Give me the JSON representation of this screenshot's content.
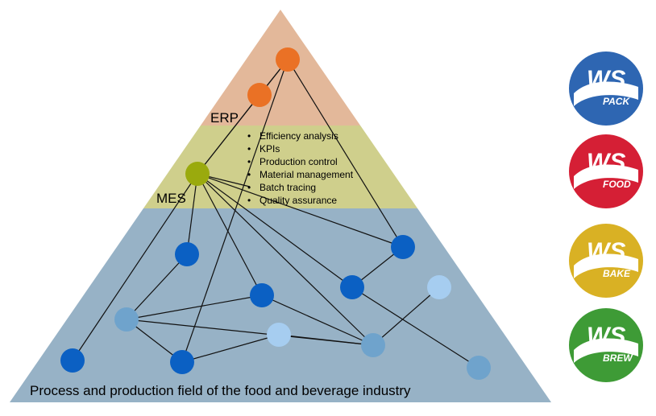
{
  "pyramid": {
    "levels": {
      "erp": {
        "label": "ERP",
        "color": "#e3b89a"
      },
      "mes": {
        "label": "MES",
        "color": "#cfcf8c"
      },
      "field": {
        "label": "Process and production field of the food and beverage industry",
        "color": "#97b2c6"
      }
    },
    "mes_functions": [
      "Efficiency analysis",
      "KPIs",
      "Production control",
      "Material management",
      "Batch tracing",
      "Quality assurance"
    ],
    "node_colors": {
      "erp": "#ea7125",
      "mes": "#9aaa0d",
      "dark": "#0b60c3",
      "medium": "#6fa3cc",
      "light": "#a6cdf0"
    }
  },
  "logos": [
    {
      "top": "WS",
      "bottom": "PACK",
      "color": "#2e66b2"
    },
    {
      "top": "WS",
      "bottom": "FOOD",
      "color": "#d51f35"
    },
    {
      "top": "WS",
      "bottom": "BAKE",
      "color": "#d9b124"
    },
    {
      "top": "WS",
      "bottom": "BREW",
      "color": "#3e9b36"
    }
  ]
}
